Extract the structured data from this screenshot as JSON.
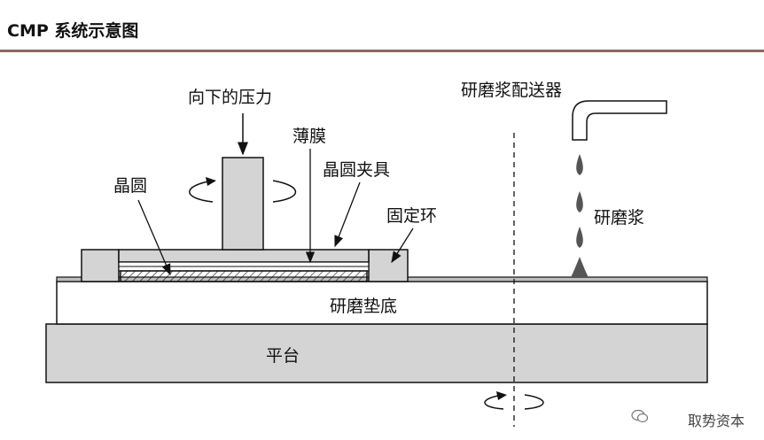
{
  "header": {
    "title": "CMP 系统示意图"
  },
  "labels": {
    "downward_pressure": "向下的压力",
    "thin_film": "薄膜",
    "wafer_holder": "晶圆夹具",
    "wafer": "晶圆",
    "retaining_ring": "固定环",
    "slurry_dispenser": "研磨浆配送器",
    "slurry": "研磨浆",
    "polishing_pad": "研磨垫底",
    "platen": "平台"
  },
  "watermark": {
    "text": "取势资本"
  },
  "colors": {
    "fill_gray": "#d4d4d4",
    "stroke": "#111111",
    "droplet": "#555555",
    "title_rule": "#8a6a5a"
  }
}
